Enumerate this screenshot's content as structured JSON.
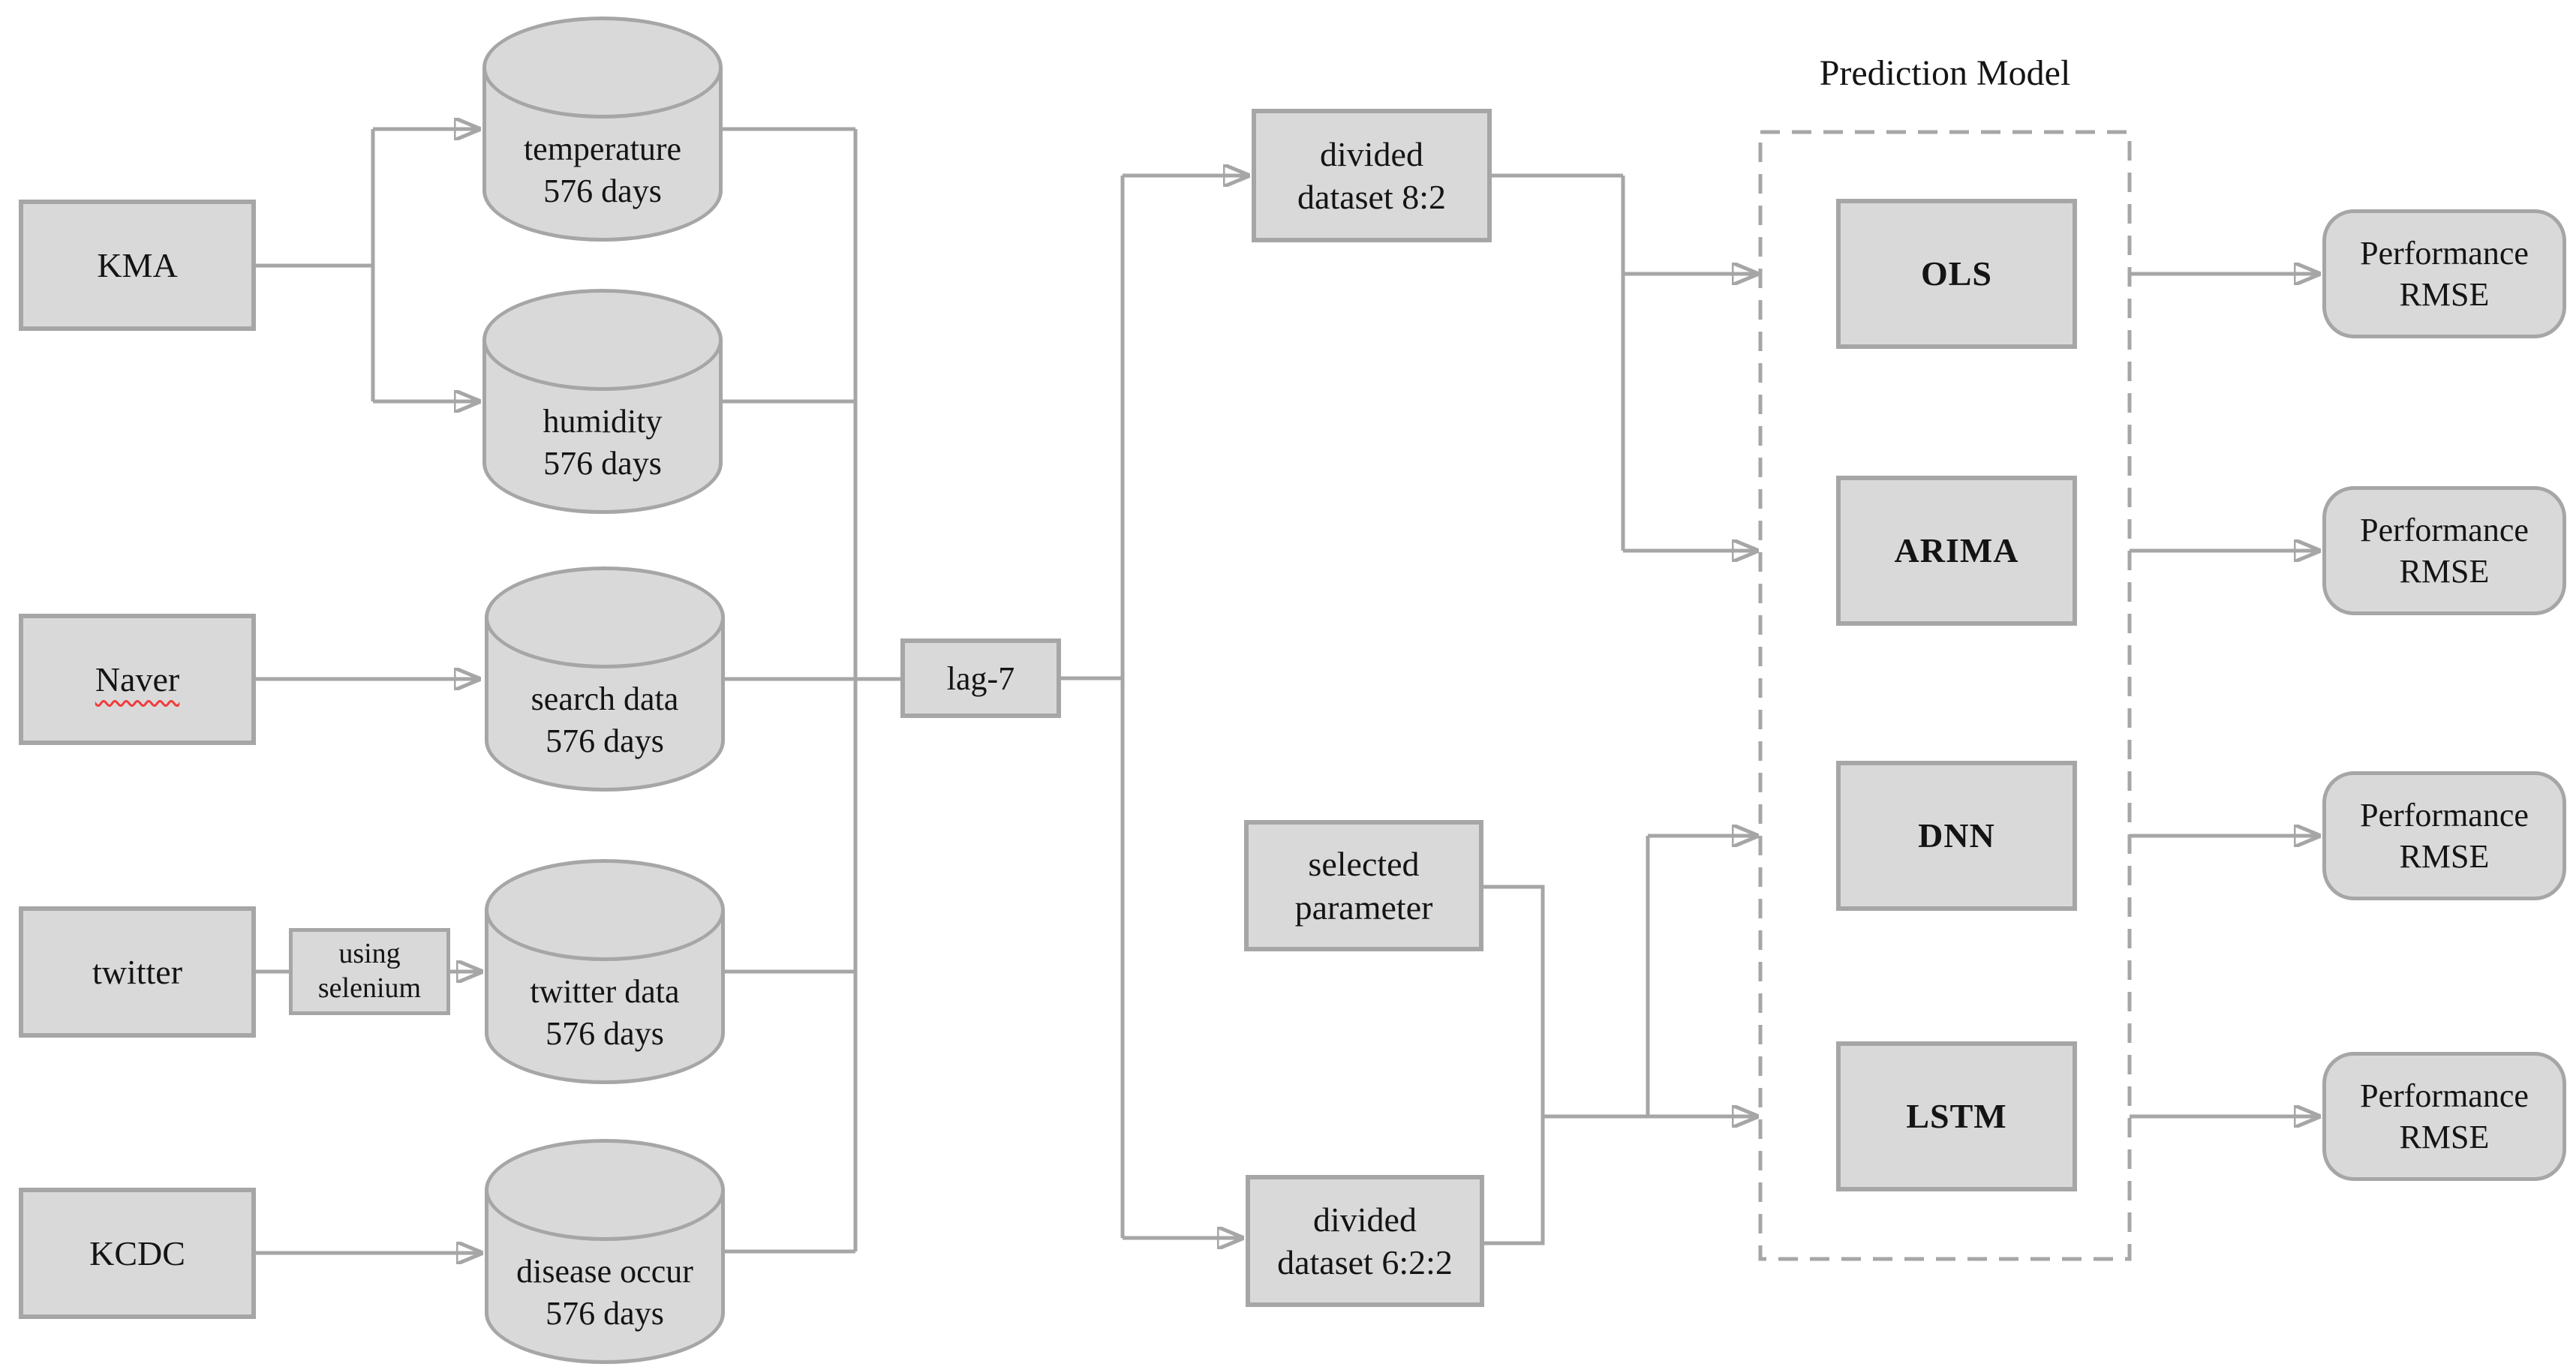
{
  "title": {
    "label": "Prediction Model"
  },
  "sources": [
    {
      "label": "KMA"
    },
    {
      "label": "Naver",
      "spellcheck_flagged": true
    },
    {
      "label": "twitter"
    },
    {
      "label": "KCDC"
    }
  ],
  "datastores": [
    {
      "line1": "temperature",
      "line2": "576 days"
    },
    {
      "line1": "humidity",
      "line2": "576 days"
    },
    {
      "line1": "search data",
      "line2": "576 days"
    },
    {
      "line1": "twitter data",
      "line2": "576 days"
    },
    {
      "line1": "disease occur",
      "line2": "576 days"
    }
  ],
  "transforms": {
    "selenium": {
      "line1": "using",
      "line2": "selenium"
    },
    "lag": {
      "label": "lag-7"
    }
  },
  "datasets": {
    "split82": {
      "line1": "divided",
      "line2": "dataset 8:2"
    },
    "selected": {
      "line1": "selected",
      "line2": "parameter"
    },
    "split622": {
      "line1": "divided",
      "line2": "dataset 6:2:2"
    }
  },
  "models": [
    {
      "label": "OLS"
    },
    {
      "label": "ARIMA"
    },
    {
      "label": "DNN"
    },
    {
      "label": "LSTM"
    }
  ],
  "outputs": [
    {
      "line1": "Performance",
      "line2": "RMSE"
    },
    {
      "line1": "Performance",
      "line2": "RMSE"
    },
    {
      "line1": "Performance",
      "line2": "RMSE"
    },
    {
      "line1": "Performance",
      "line2": "RMSE"
    }
  ],
  "colors": {
    "canvas_bg": "#ffffff",
    "node_fill": "#d9d9d9",
    "node_border": "#a6a6a6",
    "connector": "#a6a6a6",
    "text": "#141414",
    "spellcheck_underline": "#f03b3b"
  }
}
